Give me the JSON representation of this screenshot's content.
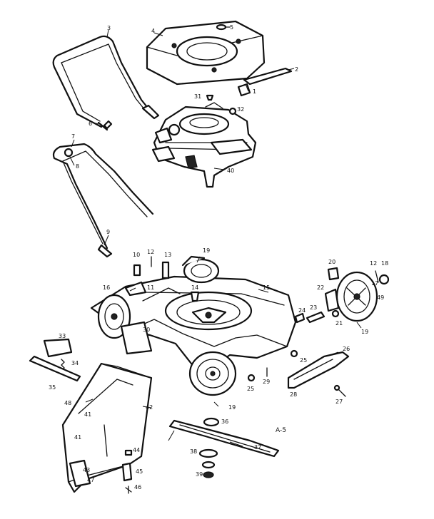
{
  "callouts": {
    "c1": "1",
    "c2": "2",
    "c3": "3",
    "c4": "4",
    "c5": "5",
    "c6": "6",
    "c7": "7",
    "c8": "8",
    "c9": "9",
    "c10": "10",
    "c11": "11",
    "c12": "12",
    "c12b": "12",
    "c13": "13",
    "c14": "14",
    "c15": "15",
    "c16": "16",
    "c17": "17",
    "c18": "18",
    "c19a": "19",
    "c19b": "19",
    "c19c": "19",
    "c20": "20",
    "c21": "21",
    "c22": "22",
    "c23": "23",
    "c24": "24",
    "c25a": "25",
    "c25b": "25",
    "c26": "26",
    "c27": "27",
    "c28": "28",
    "c29": "29",
    "c30": "30",
    "c31": "31",
    "c32": "32",
    "c33": "33",
    "c34": "34",
    "c35": "35",
    "c36": "36",
    "c37": "37",
    "c38": "38",
    "c39": "39",
    "c40": "40",
    "c41a": "41",
    "c41b": "41",
    "c42": "42",
    "c43": "43",
    "c44": "44",
    "c45": "45",
    "c46": "46",
    "c47": "47",
    "c48": "48",
    "c49": "49"
  },
  "diagram_code": "A-5"
}
